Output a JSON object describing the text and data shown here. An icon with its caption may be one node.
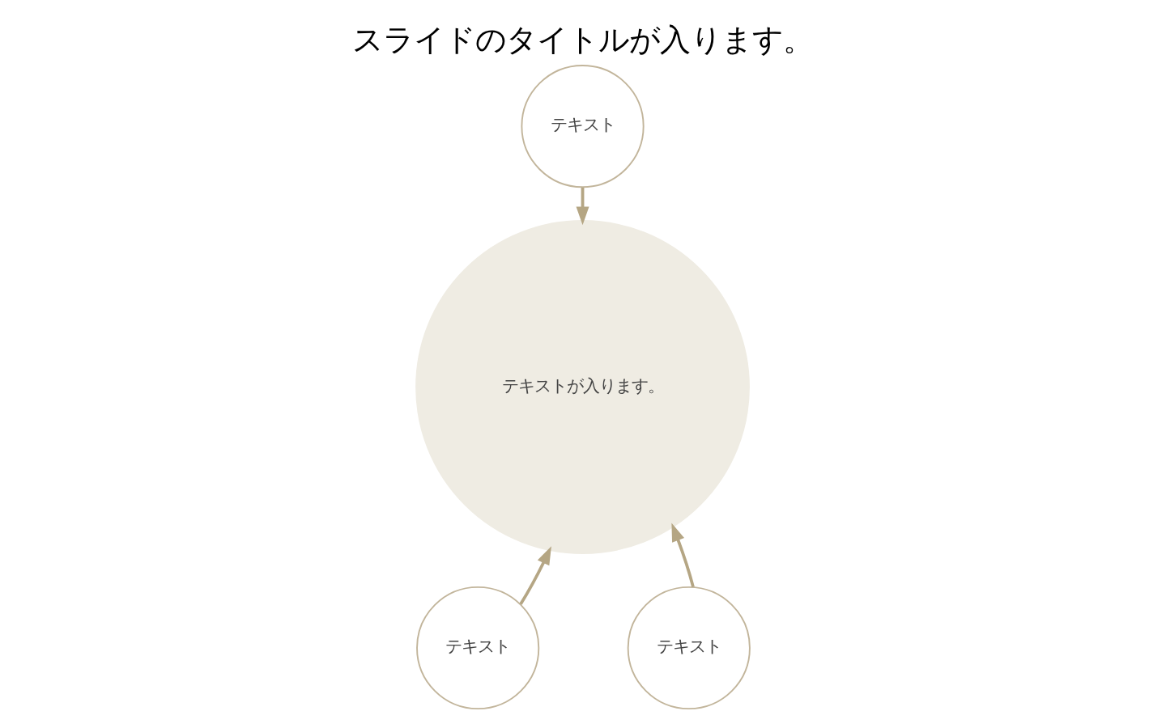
{
  "diagram": {
    "title": "スライドのタイトルが入ります。",
    "nodes": [
      {
        "text": [
          "テキスト"
        ]
      },
      {
        "text": [
          "テキストが入ります。"
        ]
      },
      {
        "text": [
          "テキスト"
        ]
      },
      {
        "text": [
          "テキスト"
        ]
      }
    ],
    "edges": [
      {
        "from": 0,
        "to": 1,
        "arrow": "to"
      },
      {
        "from": 2,
        "to": 1,
        "arrow": "to"
      },
      {
        "from": 3,
        "to": 1,
        "arrow": "to"
      }
    ]
  }
}
